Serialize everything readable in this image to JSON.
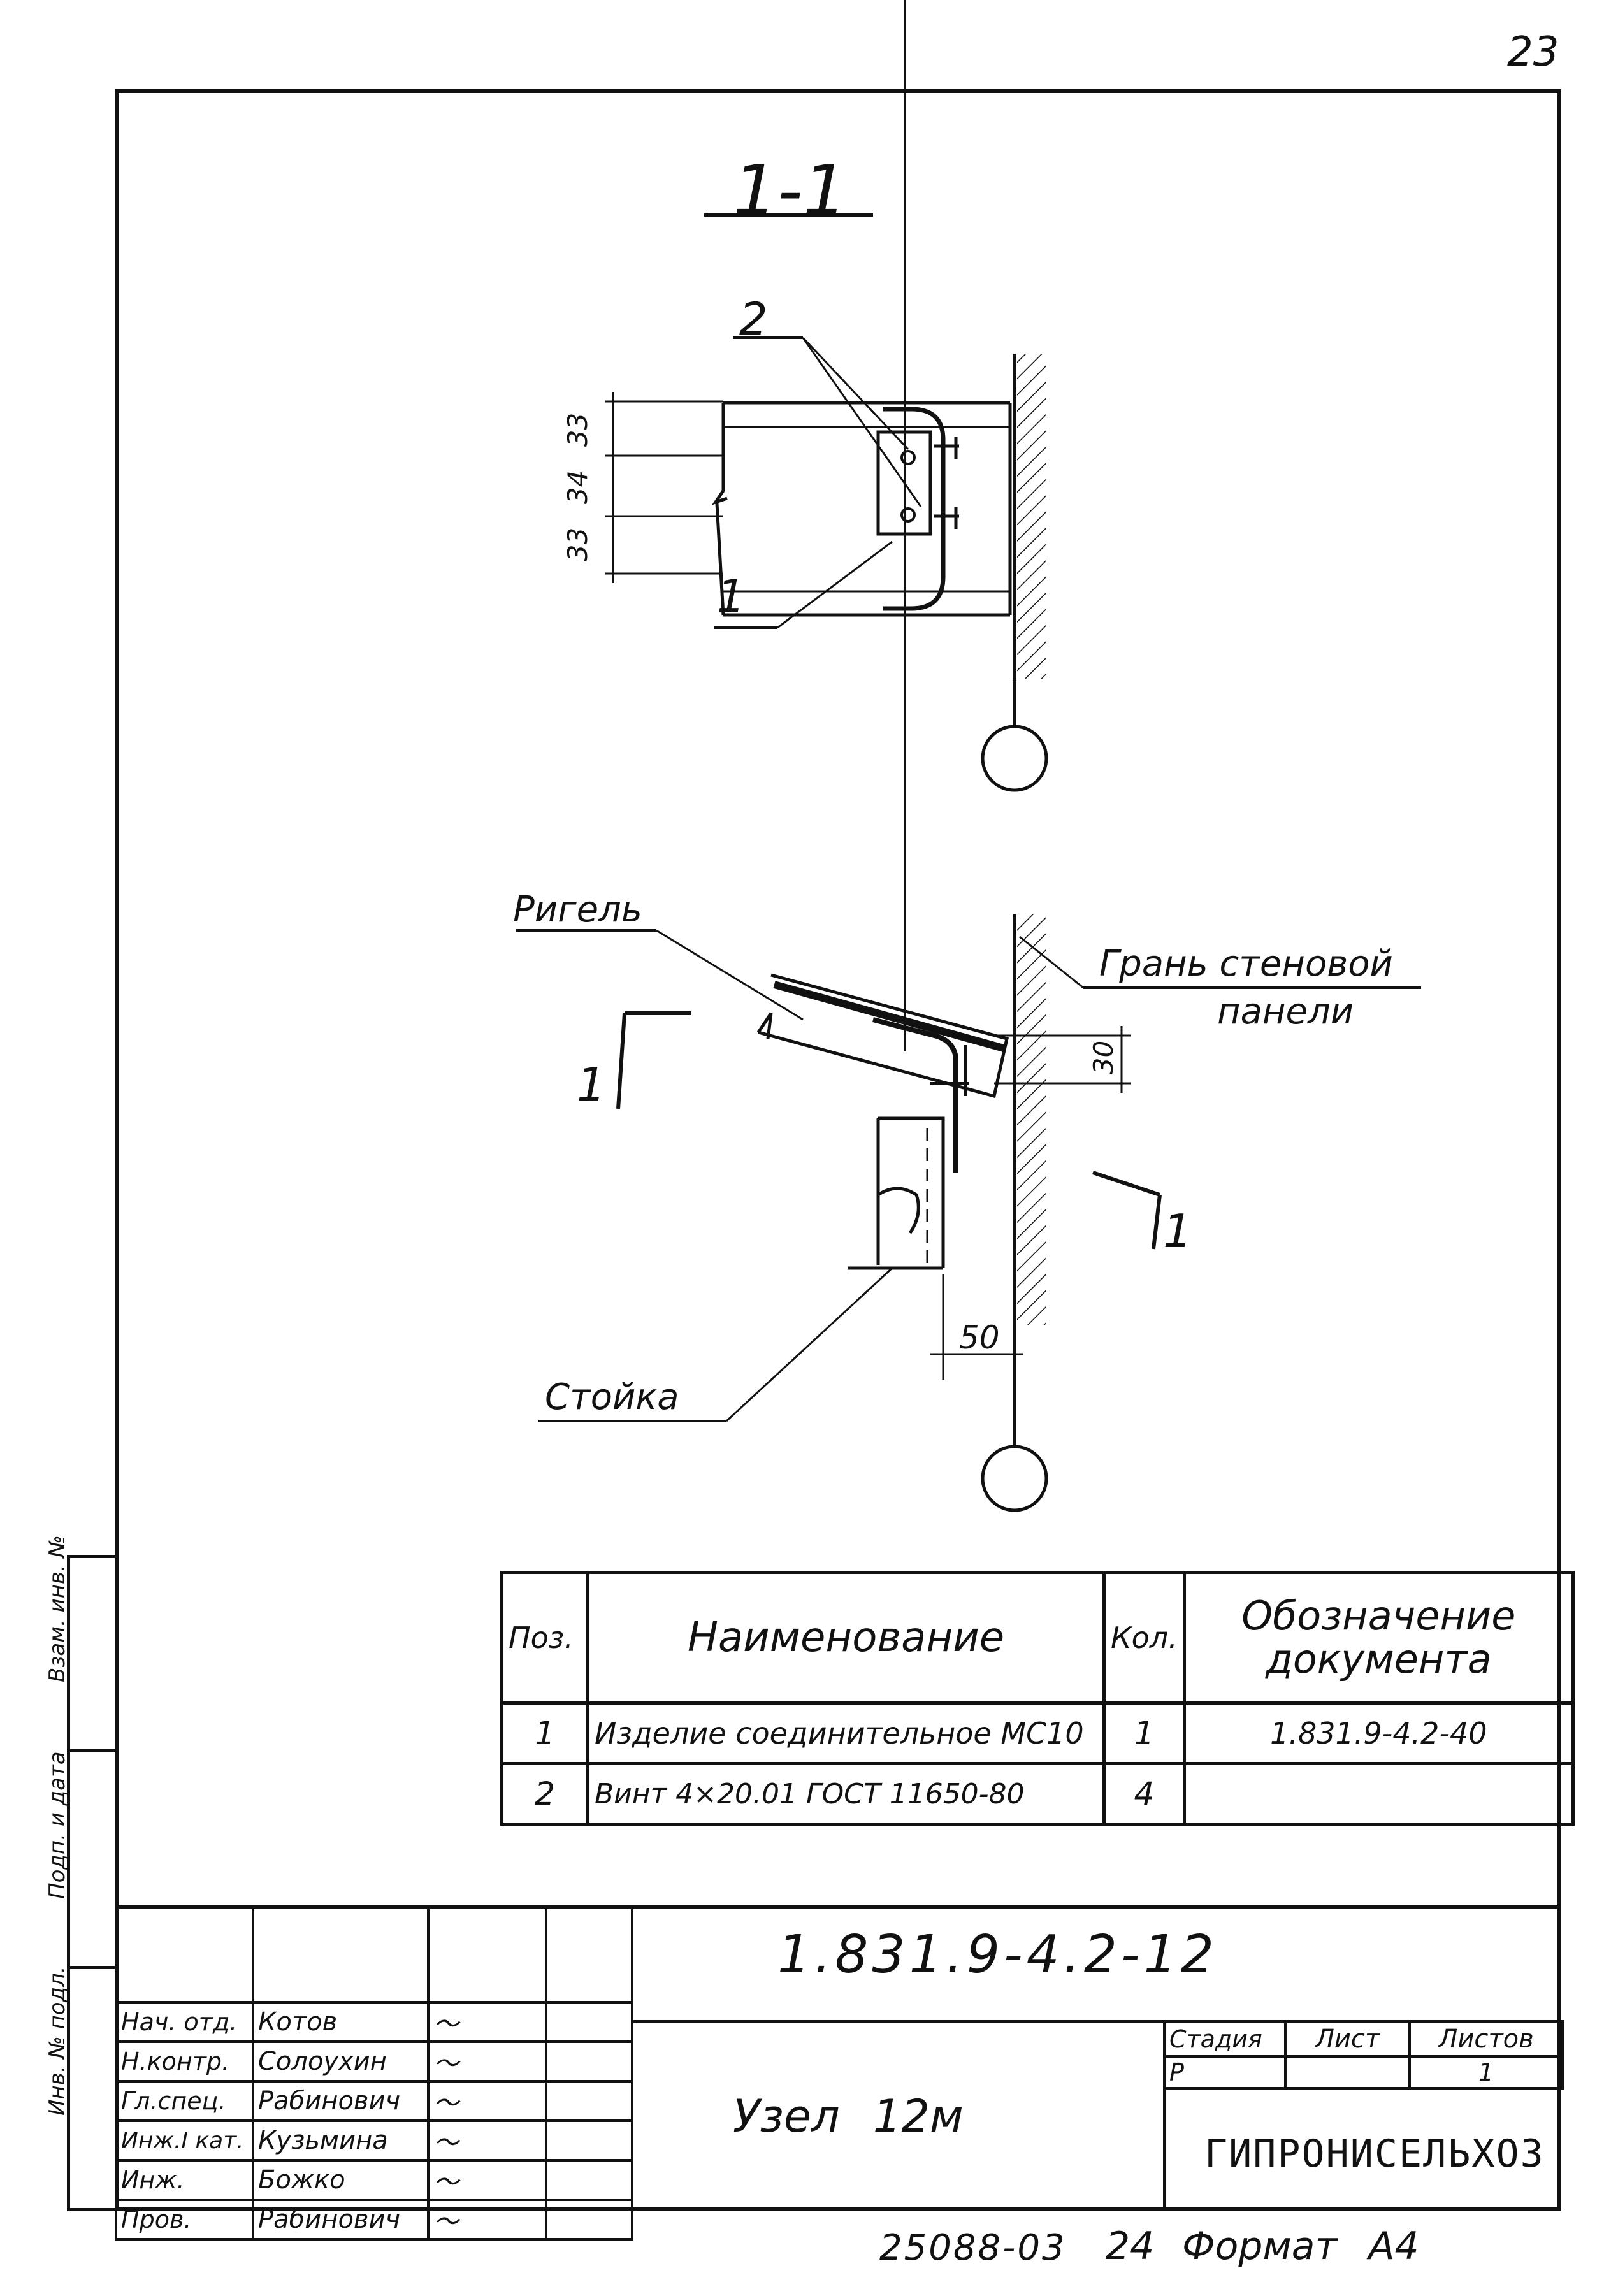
{
  "page": {
    "number": "23"
  },
  "section": {
    "title": "1-1"
  },
  "upper_drawing": {
    "callout_top": "2",
    "callout_bottom": "1",
    "dims": [
      "33",
      "34",
      "33"
    ]
  },
  "lower_drawing": {
    "label_rigel": "Ригель",
    "label_face_line1": "Грань стеновой",
    "label_face_line2": "панели",
    "label_stoika": "Стойка",
    "dim_30": "30",
    "dim_50": "50",
    "cut_left": "1",
    "cut_right": "1"
  },
  "spec_table": {
    "headers": {
      "pos": "Поз.",
      "name": "Наименование",
      "qty": "Кол.",
      "doc_line1": "Обозначение",
      "doc_line2": "документа"
    },
    "rows": [
      {
        "pos": "1",
        "name": "Изделие соединительное МС10",
        "qty": "1",
        "doc": "1.831.9-4.2-40"
      },
      {
        "pos": "2",
        "name": "Винт 4×20.01 ГОСТ 11650-80",
        "qty": "4",
        "doc": ""
      }
    ]
  },
  "side_stamp": {
    "text_upper": "Взам. инв. №",
    "text_lower": "Подп. и дата",
    "text_bottom": "Инв. № подл."
  },
  "title_block": {
    "code": "1.831.9-4.2-12",
    "name": "Узел 12м",
    "org": "ГИПРОНИСЕЛЬХОЗ",
    "staff": [
      {
        "role": "Нач. отд.",
        "surname": "Котов"
      },
      {
        "role": "Н.контр.",
        "surname": "Солоухин"
      },
      {
        "role": "Гл.спец.",
        "surname": "Рабинович"
      },
      {
        "role": "Инж.I кат.",
        "surname": "Кузьмина"
      },
      {
        "role": "Инж.",
        "surname": "Божко"
      },
      {
        "role": "Пров.",
        "surname": "Рабинович"
      }
    ],
    "stage_header": "Стадия",
    "sheet_header": "Лист",
    "sheets_header": "Листов",
    "stage_value": "Р",
    "sheet_value": "",
    "sheets_value": "1"
  },
  "footer": {
    "inventory": "25088-03",
    "page_ref": "24",
    "format": "Формат А4"
  }
}
